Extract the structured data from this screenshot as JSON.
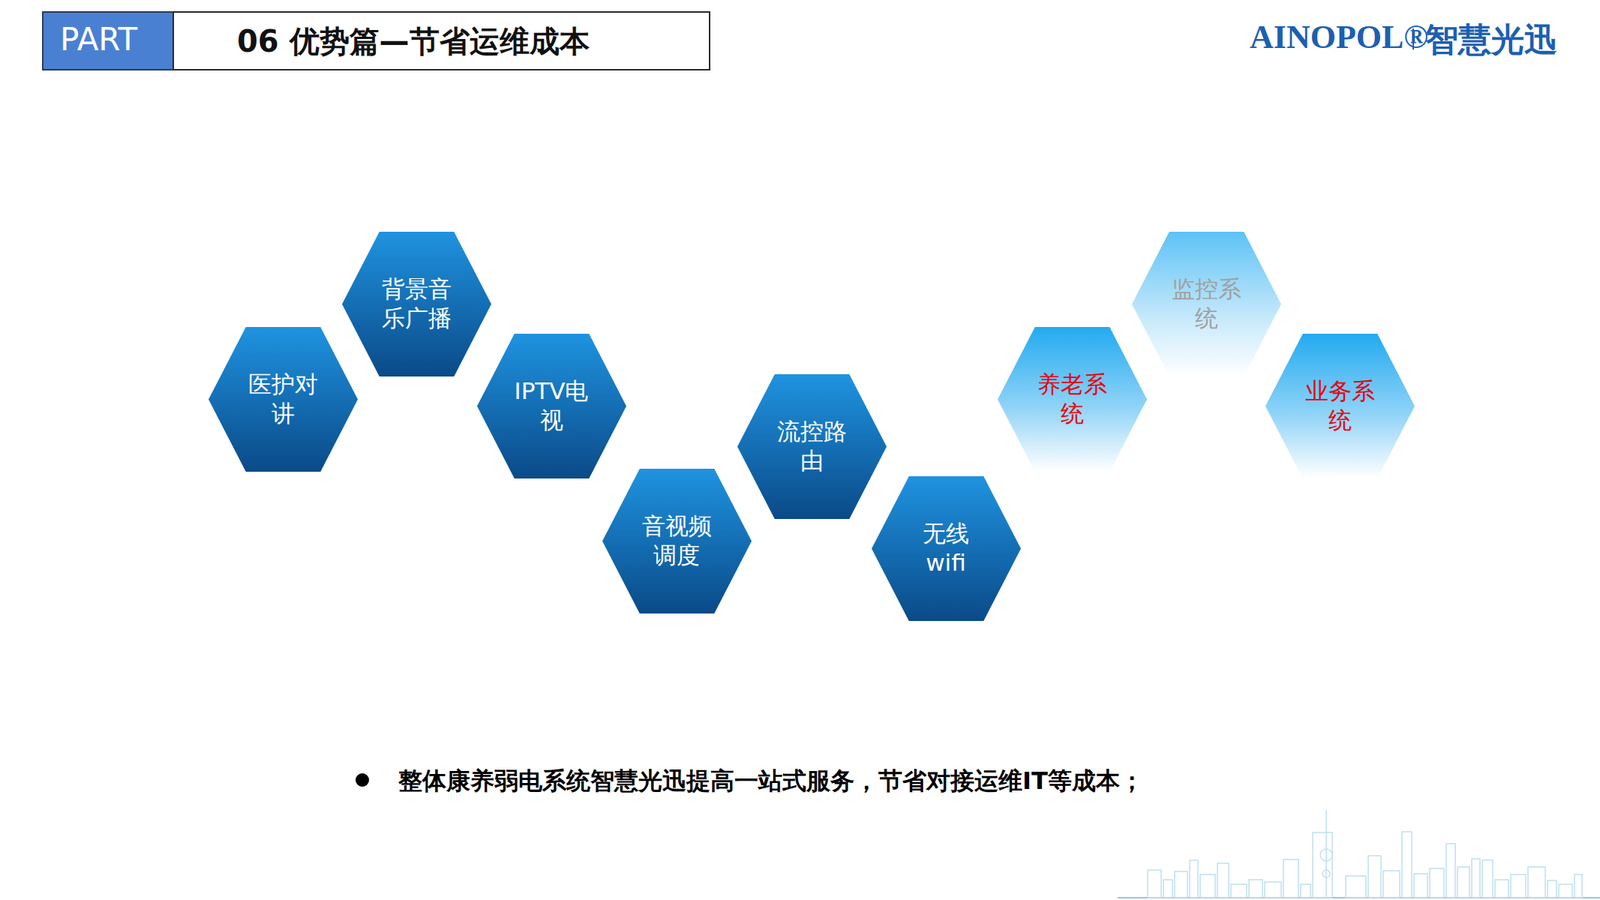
{
  "diagram": {
    "title": "06 优势篇—节省运维成本",
    "nodes": [
      {
        "text": [
          "医护对讲"
        ]
      },
      {
        "text": [
          "背景音乐广播"
        ]
      },
      {
        "text": [
          "IPTV电视"
        ]
      },
      {
        "text": [
          "音视频调度"
        ]
      },
      {
        "text": [
          "流控路由"
        ]
      },
      {
        "text": [
          "无线wifi"
        ]
      },
      {
        "text": [
          "养老系统"
        ]
      },
      {
        "text": [
          "监控系统"
        ]
      },
      {
        "text": [
          "业务系统"
        ]
      }
    ],
    "labels": [
      "PART",
      "AINOPOL®",
      "智慧光迅",
      "整体康养弱电系统智慧光迅提高一站式服务，节省对接运维IT等成本；"
    ]
  }
}
